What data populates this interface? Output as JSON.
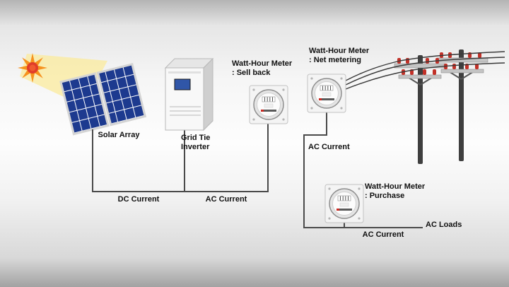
{
  "labels": {
    "solar_array": "Solar Array",
    "inverter_line1": "Grid Tie",
    "inverter_line2": "Inverter",
    "meter_sellback_line1": "Watt-Hour Meter",
    "meter_sellback_line2": ": Sell back",
    "meter_net_line1": "Watt-Hour Meter",
    "meter_net_line2": ": Net metering",
    "meter_purchase_line1": "Watt-Hour Meter",
    "meter_purchase_line2": ": Purchase",
    "dc_current": "DC Current",
    "ac_current_inverter": "AC Current",
    "ac_current_grid": "AC Current",
    "ac_current_loads": "AC Current",
    "ac_loads": "AC Loads"
  },
  "colors": {
    "line": "#4a4a4a",
    "panel_blue": "#1d3a8f",
    "sun_ray": "#f6921e",
    "sun_core": "#e03c2a",
    "beam": "#fce98f",
    "insulator_red": "#c23128",
    "pole_gray": "#3f3f3f",
    "inverter_screen": "#3056a8"
  }
}
